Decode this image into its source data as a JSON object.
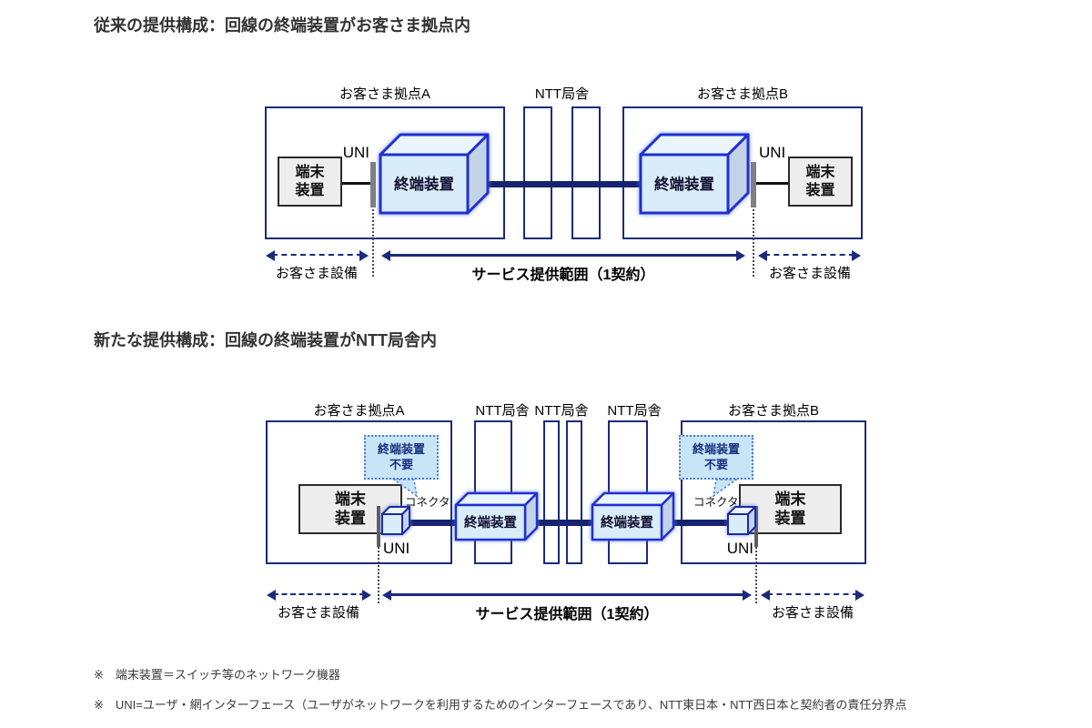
{
  "colors": {
    "navy_border": "#1b2a7e",
    "circuit_line": "#16236e",
    "cube_stroke": "#2030cf",
    "cube_front": "#d9ecfa",
    "cube_top": "#eaf5fd",
    "cube_side": "#c2d3e8",
    "terminal_box_fill": "#ededed",
    "bubble_fill": "#c8e4f7",
    "bubble_border": "#4a7fd4",
    "uni_bar_gray": "#808080"
  },
  "diagram1": {
    "title": "従来の提供構成：回線の終端装置がお客さま拠点内",
    "site_a": "お客さま拠点A",
    "ntt": "NTT局舎",
    "site_b": "お客さま拠点B",
    "terminal": "端末装置",
    "termination": "終端装置",
    "uni": "UNI",
    "customer_equipment": "お客さま設備",
    "service_scope": "サービス提供範囲（1契約）"
  },
  "diagram2": {
    "title": "新たな提供構成：回線の終端装置がNTT局舎内",
    "site_a": "お客さま拠点A",
    "ntt1": "NTT局舎",
    "ntt2": "NTT局舎",
    "ntt3": "NTT局舎",
    "site_b": "お客さま拠点B",
    "terminal": "端末装置",
    "termination": "終端装置",
    "uni": "UNI",
    "connector": "コネクタ",
    "no_termination_needed": "終端装置不要",
    "customer_equipment": "お客さま設備",
    "service_scope": "サービス提供範囲（1契約）"
  },
  "footnotes": {
    "note1": "※　端末装置＝スイッチ等のネットワーク機器",
    "note2": "※　UNI=ユーザ・網インターフェース（ユーザがネットワークを利用するためのインターフェースであり、NTT東日本・NTT西日本と契約者の責任分界点"
  }
}
